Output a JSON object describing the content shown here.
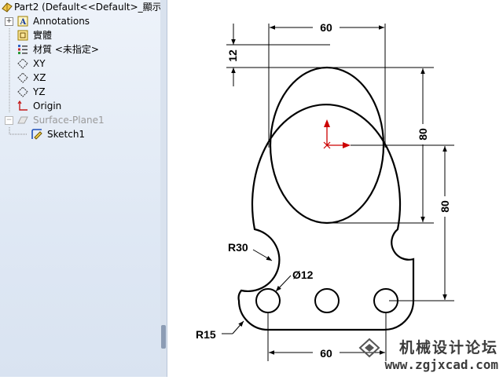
{
  "feature_tree": {
    "part": "Part2  (Default<<Default>_顯示:",
    "items": [
      {
        "label": "Annotations",
        "icon": "annotations-icon"
      },
      {
        "label": "實體",
        "icon": "solid-bodies-icon"
      },
      {
        "label": "材質 <未指定>",
        "icon": "material-icon"
      },
      {
        "label": "XY",
        "icon": "plane-icon"
      },
      {
        "label": "XZ",
        "icon": "plane-icon"
      },
      {
        "label": "YZ",
        "icon": "plane-icon"
      },
      {
        "label": "Origin",
        "icon": "origin-icon"
      },
      {
        "label": "Surface-Plane1",
        "icon": "surface-plane-icon"
      },
      {
        "label": "Sketch1",
        "icon": "sketch-icon"
      }
    ]
  },
  "sketch": {
    "dimensions": {
      "top_width": "60",
      "top_offset": "12",
      "ellipse_height": "80",
      "center_to_holes": "80",
      "neck_radius": "R30",
      "hole_diameter": "Ø12",
      "corner_radius": "R15",
      "hole_spacing": "60"
    },
    "axis_colors": {
      "x": "#cc0000",
      "y": "#cc0000"
    }
  },
  "watermark": {
    "title": "机械设计论坛",
    "url": "www.zgjxcad.com"
  }
}
